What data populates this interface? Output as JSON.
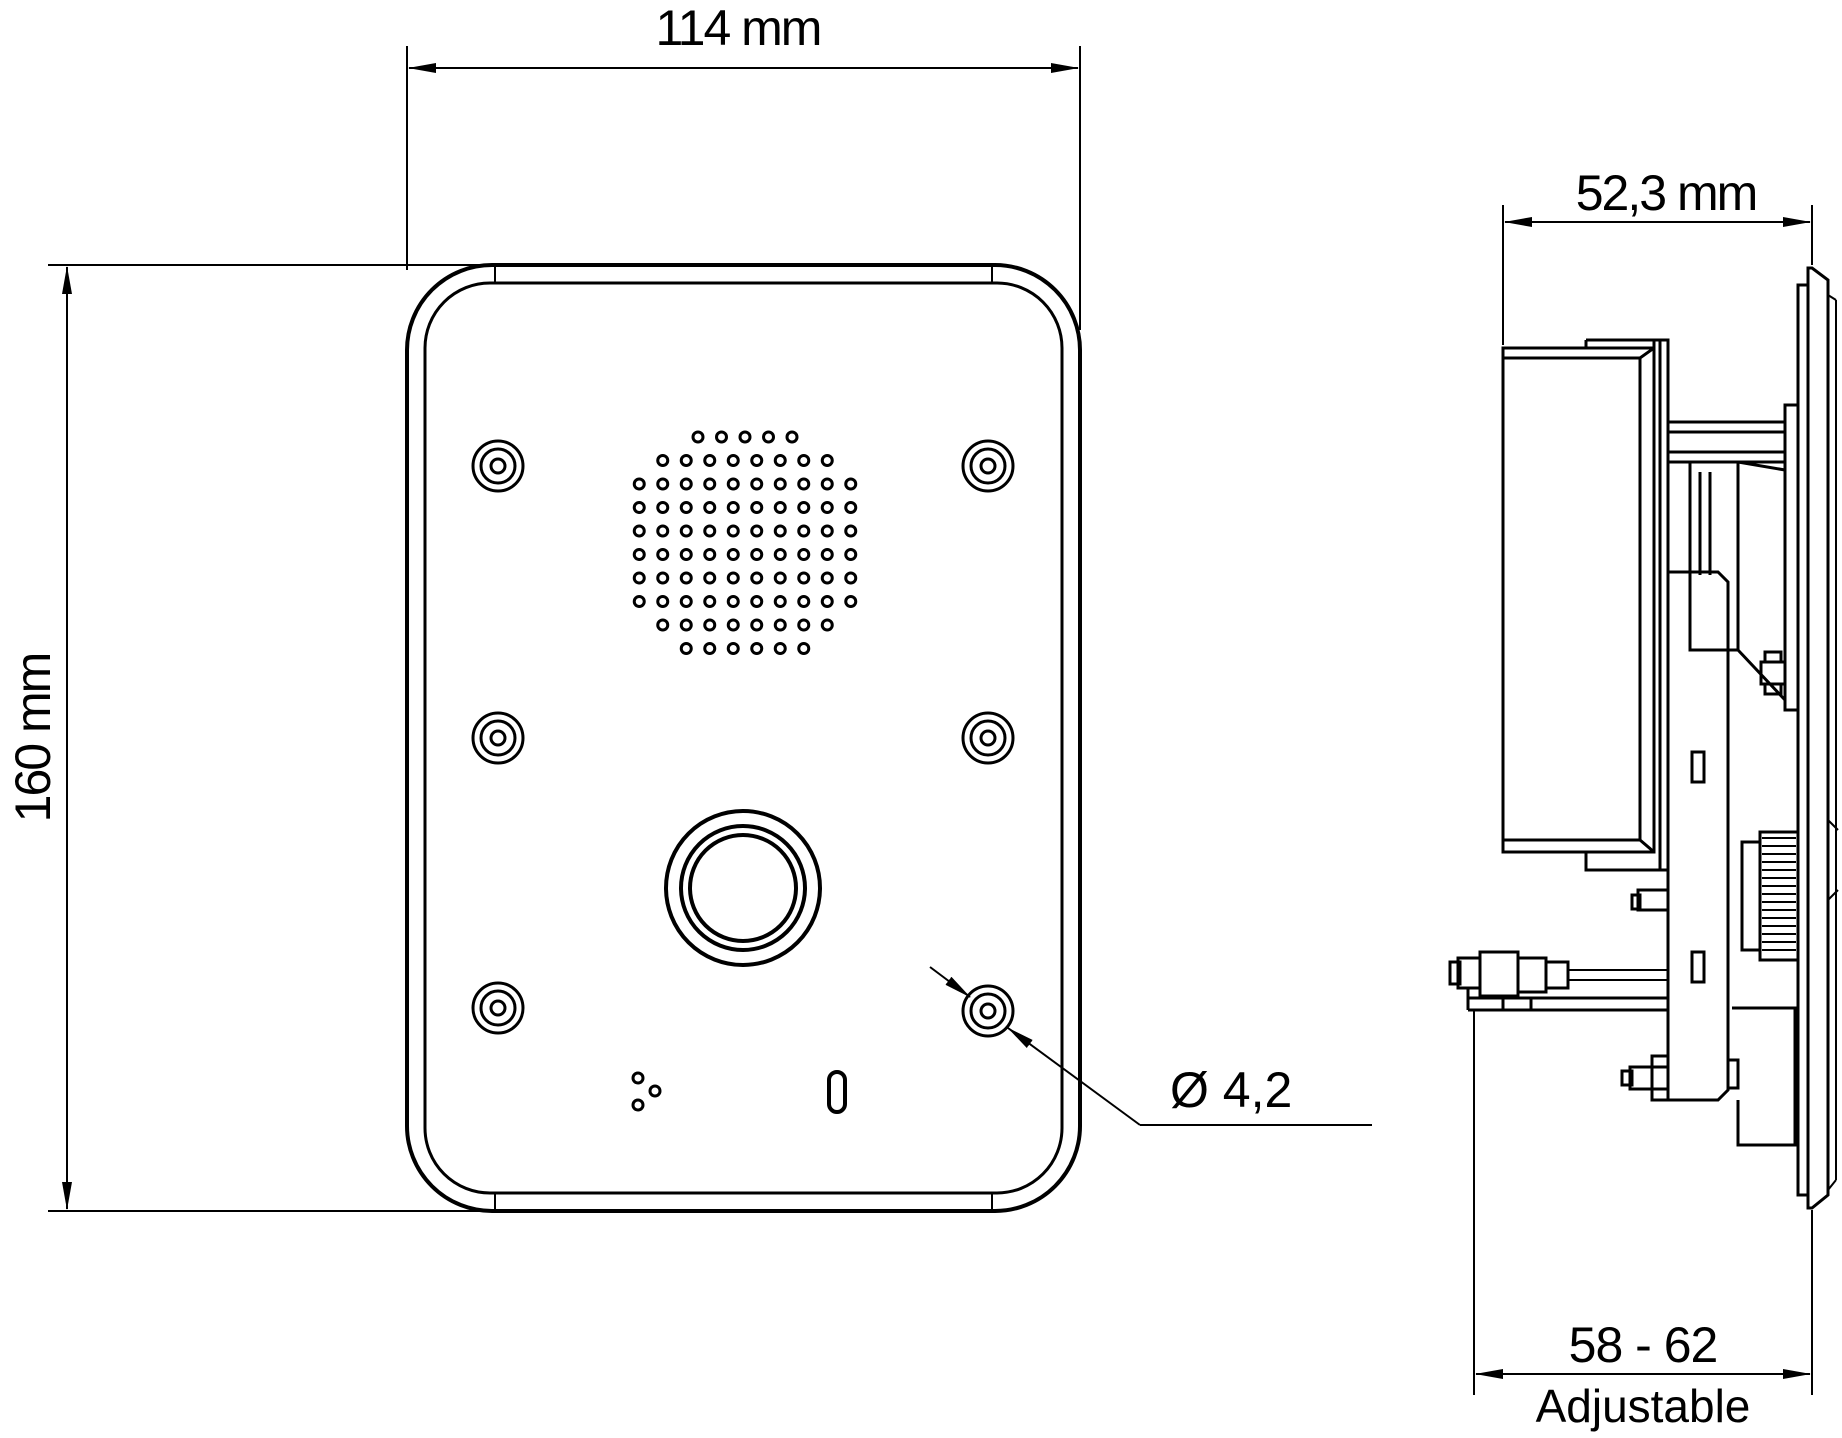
{
  "front_view": {
    "width_label": "114 mm",
    "height_label": "160 mm",
    "hole_label": "Ø 4,2"
  },
  "side_view": {
    "depth_label": "52,3 mm",
    "adjust_range_label": "58 - 62",
    "adjust_note": "Adjustable"
  },
  "colors": {
    "line": "#000000",
    "background": "#ffffff"
  }
}
